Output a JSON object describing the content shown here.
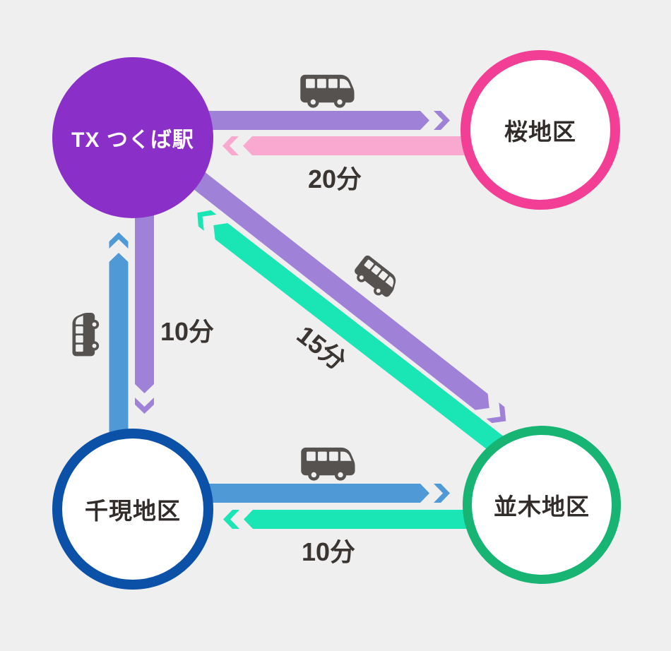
{
  "diagram": {
    "background_color": "#f0eff0",
    "nodes": {
      "station": {
        "label": "TX つくば駅",
        "fill_color": "#8a2fc8",
        "text_color": "#ffffff"
      },
      "sakura": {
        "label": "桜地区",
        "border_color": "#f23e95"
      },
      "sengen": {
        "label": "千現地区",
        "border_color": "#0b51a8"
      },
      "namiki": {
        "label": "並木地区",
        "border_color": "#17b474"
      }
    },
    "routes": {
      "station_sakura": {
        "from": "TX つくば駅",
        "to": "桜地区",
        "duration": "20分",
        "mode": "bus",
        "outbound_color": "#9f82d8",
        "return_color": "#f9a8d0"
      },
      "station_sengen": {
        "from": "TX つくば駅",
        "to": "千現地区",
        "duration": "10分",
        "mode": "bus",
        "outbound_color": "#9f82d8",
        "return_color": "#4f99d6"
      },
      "station_namiki": {
        "from": "TX つくば駅",
        "to": "並木地区",
        "duration": "15分",
        "mode": "bus",
        "outbound_color": "#9f82d8",
        "return_color": "#19e5b5"
      },
      "sengen_namiki": {
        "from": "千現地区",
        "to": "並木地区",
        "duration": "10分",
        "mode": "bus",
        "outbound_color": "#4f99d6",
        "return_color": "#19e5b5"
      }
    },
    "bus_icon_color": "#56524f"
  }
}
